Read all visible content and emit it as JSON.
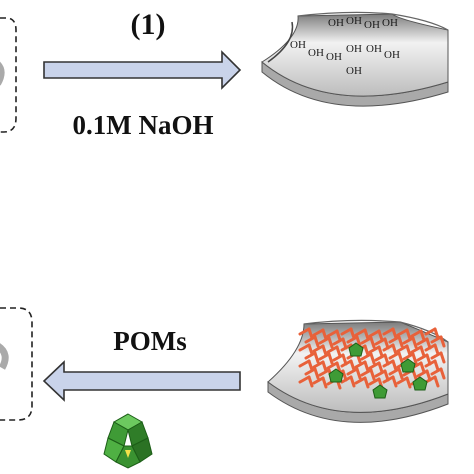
{
  "step_top": {
    "number_label": "(1)",
    "reagent_label": "0.1M NaOH",
    "surface_groups": [
      "OH",
      "OH",
      "OH",
      "OH",
      "OH",
      "OH",
      "OH",
      "OH",
      "OH",
      "OH",
      "OH"
    ]
  },
  "step_bottom": {
    "reagent_label": "POMs"
  },
  "colors": {
    "arrow_fill": "#c9d3ea",
    "arrow_stroke": "#333333",
    "substrate_top": "#e6e6e6",
    "substrate_side": "#b8b8b8",
    "polymer_network": "#e8613a",
    "pom_cluster": "#3f9b36"
  }
}
